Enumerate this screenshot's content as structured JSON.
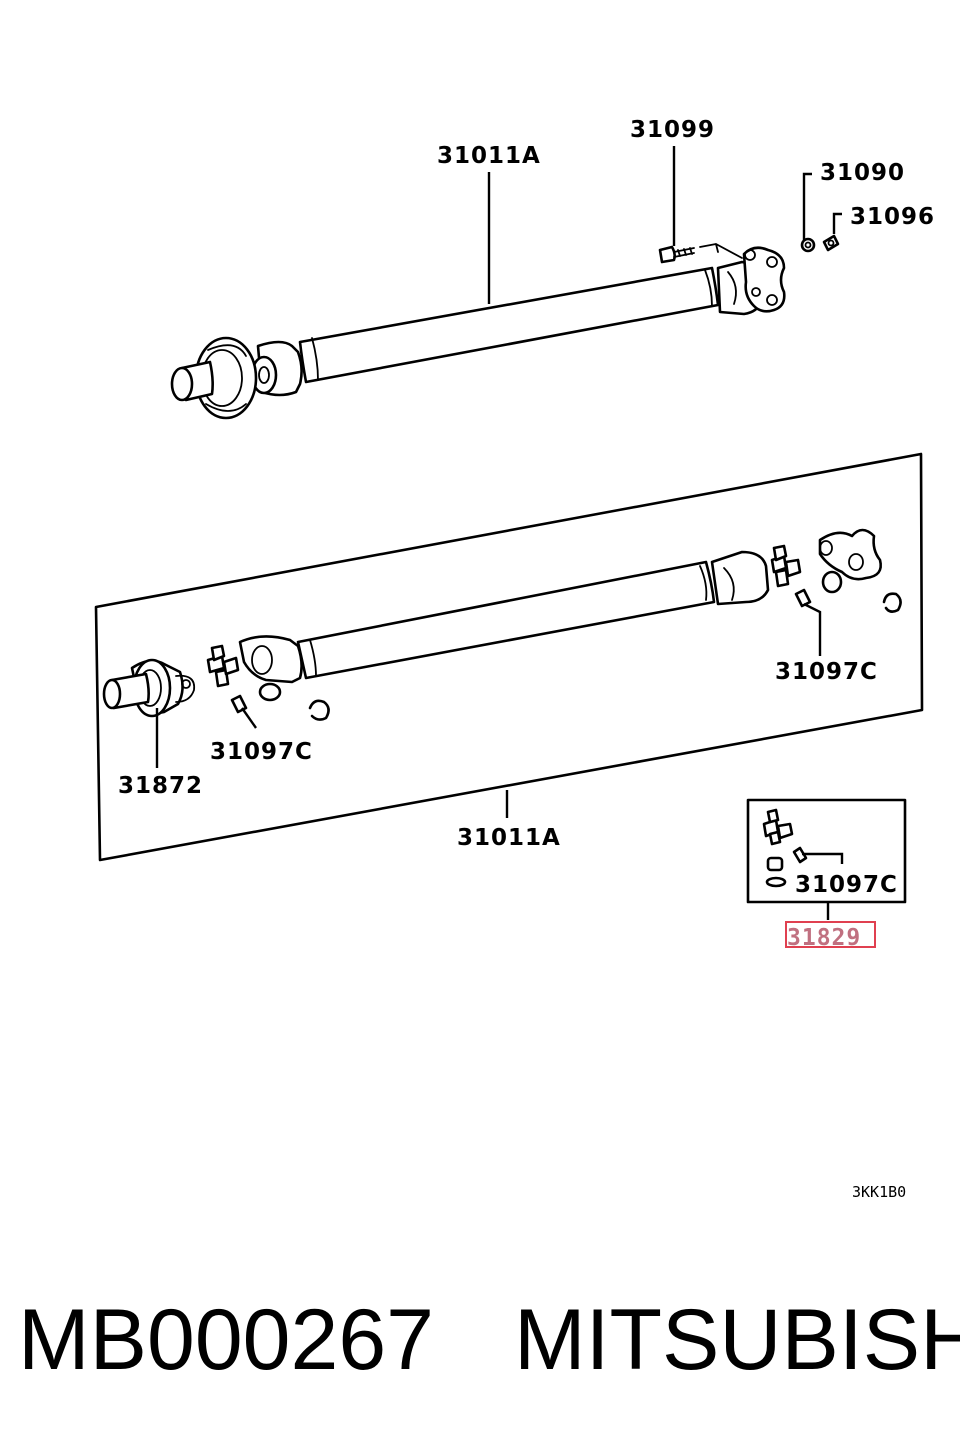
{
  "diagram": {
    "upper_shaft": {
      "labels": {
        "shaft": "31011A",
        "bolt": "31099",
        "nut": "31090",
        "washer": "31096"
      }
    },
    "lower_shaft": {
      "labels": {
        "grease_fitting_right": "31097C",
        "grease_fitting_left": "31097C",
        "center_bearing": "31872",
        "shaft": "31011A"
      }
    },
    "kit_inset": {
      "labels": {
        "grease_fitting": "31097C",
        "kit": "31829"
      },
      "highlight_color": "#e04050"
    },
    "figure_code": "3KK1B0"
  },
  "footer": {
    "part_number": "MB000267",
    "brand": "MITSUBISHI"
  }
}
